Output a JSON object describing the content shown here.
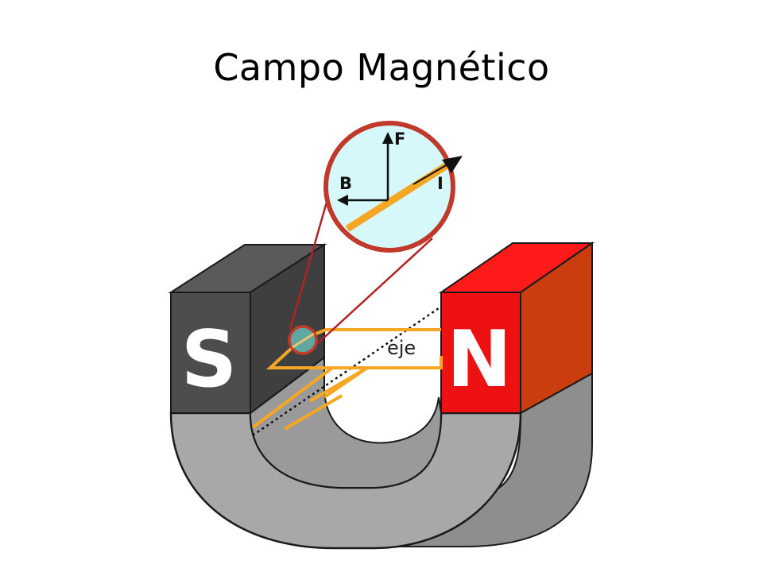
{
  "slide": {
    "title": "Campo Magnético"
  },
  "diagram": {
    "magnet": {
      "south_label": "S",
      "north_label": "N"
    },
    "axis_label": "eje",
    "vectors": {
      "force": "F",
      "field": "B",
      "current": "I"
    },
    "colors": {
      "south_pole": "#4d4d4d",
      "north_pole": "#ee1111",
      "magnet_body": "#a8a8a8",
      "wire": "#f5a623",
      "zoom_circle_border": "#c0392b",
      "zoom_circle_fill": "#d6f8fb"
    }
  }
}
